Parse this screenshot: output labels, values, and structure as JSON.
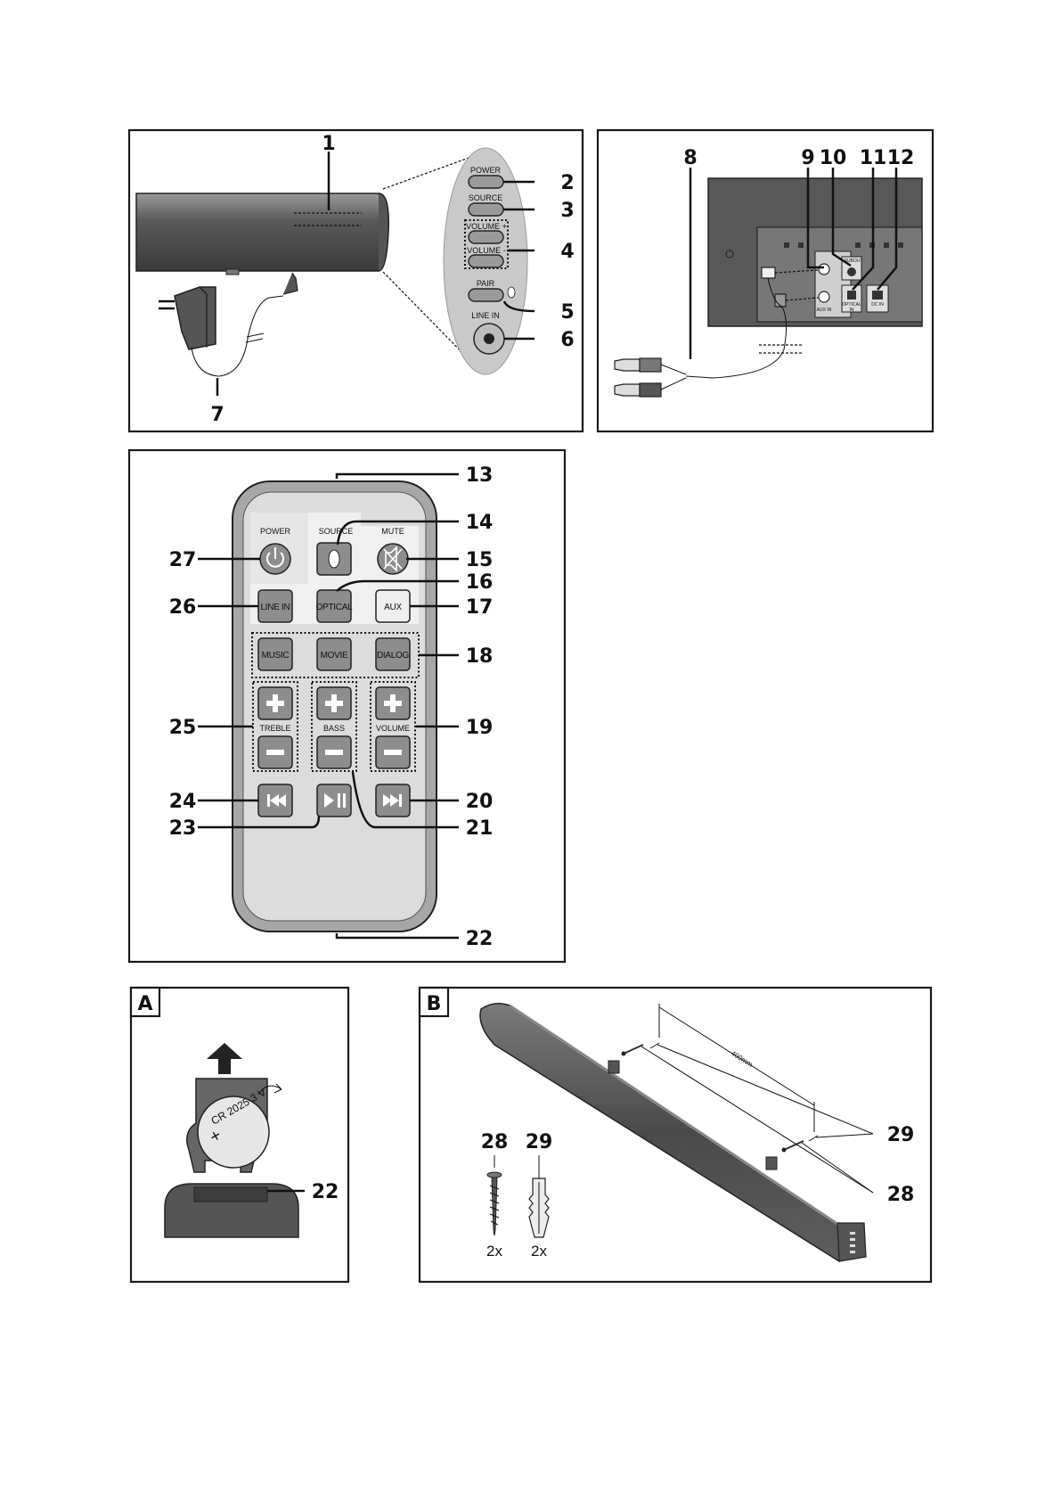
{
  "soundbar_panel": {
    "callouts": [
      "1",
      "2",
      "3",
      "4",
      "5",
      "6",
      "7"
    ],
    "buttons": {
      "power": "POWER",
      "source": "SOURCE",
      "volume_plus": "VOLUME +",
      "volume_minus": "VOLUME -",
      "pair": "PAIR",
      "line_in": "LINE IN"
    }
  },
  "rear_panel": {
    "callouts": [
      "8",
      "9",
      "10",
      "11",
      "12"
    ],
    "jacks": {
      "subout": "SUBOUT",
      "aux_in": "AUX IN",
      "optical": "OPTICAL",
      "optical_sub": "IN",
      "dc_in": "DC IN"
    }
  },
  "remote_panel": {
    "callouts": [
      "13",
      "14",
      "15",
      "16",
      "17",
      "18",
      "19",
      "20",
      "21",
      "22",
      "23",
      "24",
      "25",
      "26",
      "27"
    ],
    "labels": {
      "power": "POWER",
      "source": "SOURCE",
      "mute": "MUTE",
      "line_in": "LINE IN",
      "optical": "OPTICAL",
      "aux": "AUX",
      "music": "MUSIC",
      "movie": "MOVIE",
      "dialog": "DIALOG",
      "treble": "TREBLE",
      "bass": "BASS",
      "volume": "VOLUME"
    }
  },
  "battery_panel": {
    "tag": "A",
    "battery_text": "CR 2025 3 V",
    "battery_plus": "+",
    "callout": "22"
  },
  "mount_panel": {
    "tag": "B",
    "distance": "400mm",
    "callouts": [
      "28",
      "29",
      "29",
      "28"
    ],
    "parts": [
      {
        "id": "28",
        "qty": "2x"
      },
      {
        "id": "29",
        "qty": "2x"
      }
    ]
  }
}
